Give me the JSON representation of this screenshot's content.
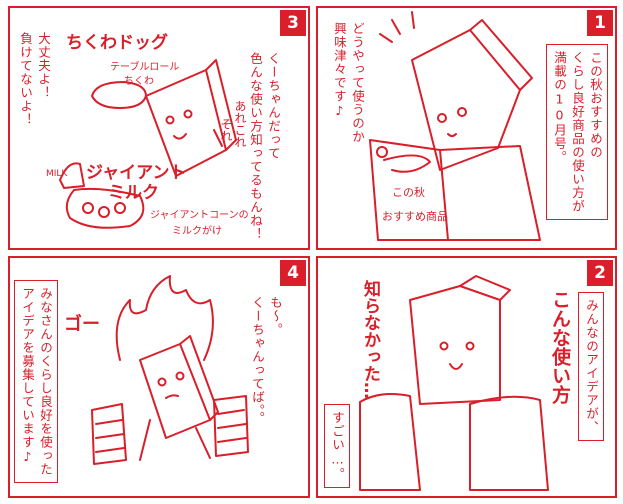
{
  "panels": [
    {
      "number": "1",
      "caption": [
        "この秋おすすめの",
        "くらし良好商品の使い方が",
        "満載の10月号。"
      ],
      "speech": [
        "どうやって使うのか",
        "興味津々です♪"
      ],
      "sign": [
        "この秋",
        "おすすめ商品"
      ]
    },
    {
      "number": "2",
      "caption": [
        "みんなのアイデアが、"
      ],
      "sfx": [
        "こんな使い方",
        "知らなかった…"
      ],
      "speech": [
        "すごい…。"
      ]
    },
    {
      "number": "3",
      "speech_left": [
        "大丈夫よ！",
        "負けてないよ！"
      ],
      "speech_right": [
        "くーちゃんだって",
        "色んな使い方知ってるもんね！"
      ],
      "doodle_top": "ちくわドッグ",
      "doodle_roll": "テーブルロール",
      "doodle_chikuwa": "ちくわ",
      "doodle_milk_label": "MILK",
      "doodle_giant": "ジャイアント",
      "doodle_milk": "ミルク",
      "doodle_corn": [
        "ジャイアントコーンの",
        "ミルクがけ"
      ],
      "mutter": [
        "あれこれ",
        "それ"
      ]
    },
    {
      "number": "4",
      "caption": [
        "みなさんのくらし良好を使った",
        "アイデアを募集しています♪"
      ],
      "speech": [
        "も～。",
        "くーちゃんってば。。"
      ],
      "sfx": "ゴー"
    }
  ]
}
